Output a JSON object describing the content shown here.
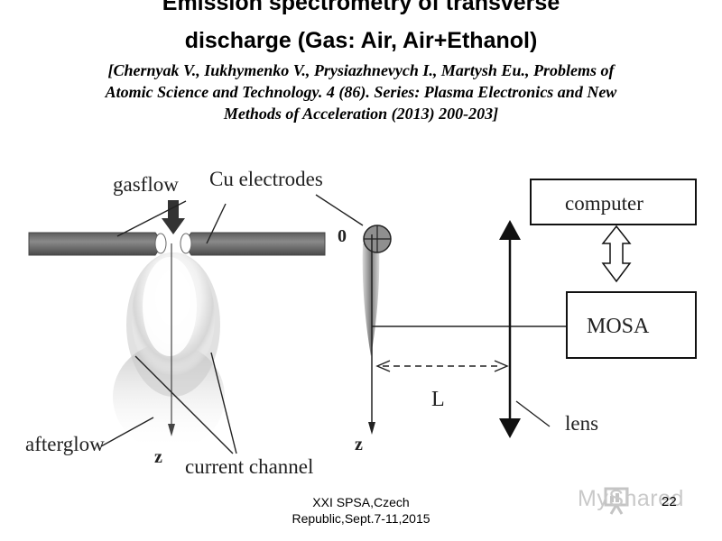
{
  "slide": {
    "title_line1": "Emission spectrometry of transverse",
    "title_line2": "discharge (Gas: Air, Air+Ethanol)",
    "reference": [
      "[Chernyak V., Iukhymenko V., Prysiazhnevych I., Martysh Eu., Problems of",
      "Atomic Science and Technology. 4 (86). Series: Plasma Electronics and New",
      "Methods of Acceleration (2013) 200-203]"
    ]
  },
  "diagram": {
    "labels": {
      "gasflow": "gasflow",
      "electrodes": "Cu electrodes",
      "zero": "0",
      "computer": "computer",
      "mosa": "MOSA",
      "distance": "L",
      "lens": "lens",
      "afterglow": "afterglow",
      "current_channel": "current channel",
      "z_left": "z",
      "z_right": "z"
    }
  },
  "footer": {
    "line1": "XXI SPSA,Czech",
    "line2": "Republic,Sept.7-11,2015",
    "page_number": "22"
  },
  "watermark": {
    "text": "MyShared",
    "icon": "presentation-board-icon"
  }
}
